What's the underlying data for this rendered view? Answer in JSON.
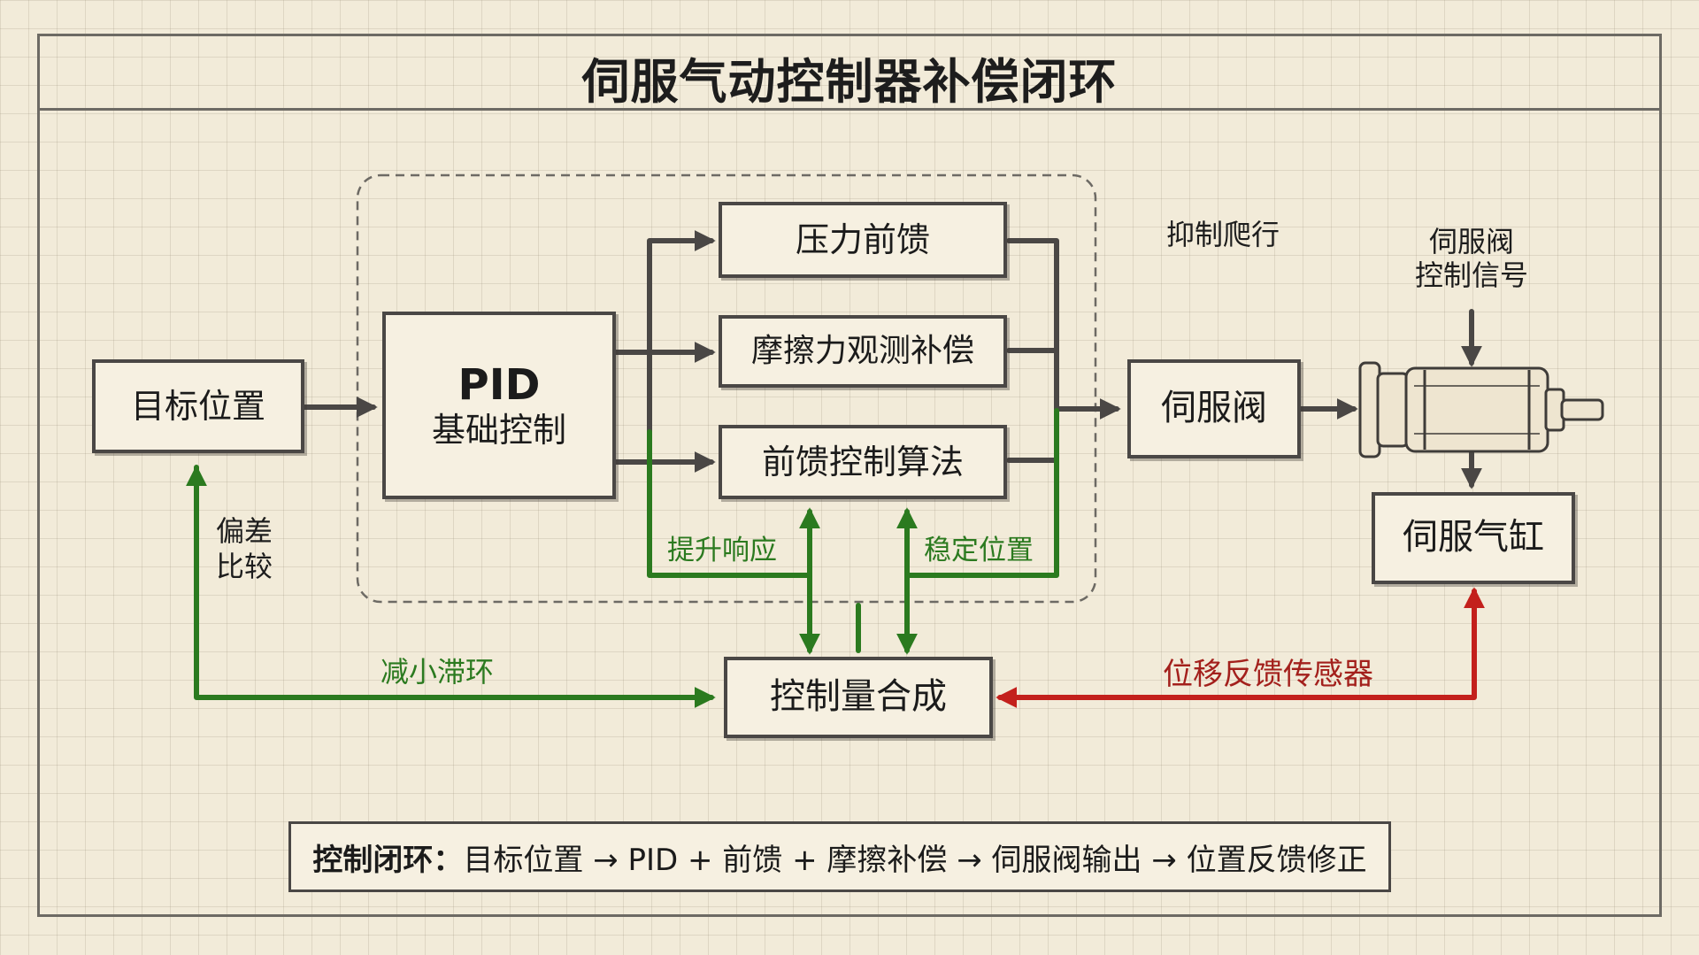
{
  "title": "伺服气动控制器补偿闭环",
  "nodes": {
    "target": "目标位置",
    "pid_line1": "PID",
    "pid_line2": "基础控制",
    "pressure_ff": "压力前馈",
    "friction": "摩擦力观测补偿",
    "ff_algo": "前馈控制算法",
    "servo_valve": "伺服阀",
    "servo_cylinder": "伺服气缸",
    "synth": "控制量合成"
  },
  "labels": {
    "suppress_crawl": "抑制爬行",
    "valve_signal_line1": "伺服阀",
    "valve_signal_line2": "控制信号",
    "deviation_line1": "偏差",
    "deviation_line2": "比较",
    "improve_response": "提升响应",
    "stable_position": "稳定位置",
    "reduce_hysteresis": "减小滞环",
    "displacement_sensor": "位移反馈传感器"
  },
  "summary": {
    "prefix": "控制闭环：",
    "text": "目标位置 → PID + 前馈 + 摩擦补偿 → 伺服阀输出 → 位置反馈修正"
  },
  "colors": {
    "arrow_gray": "#4a4745",
    "feedback_green": "#2b7a1f",
    "sensor_red": "#c3201c"
  },
  "icons": {
    "cylinder": "servo-cylinder-sketch"
  }
}
